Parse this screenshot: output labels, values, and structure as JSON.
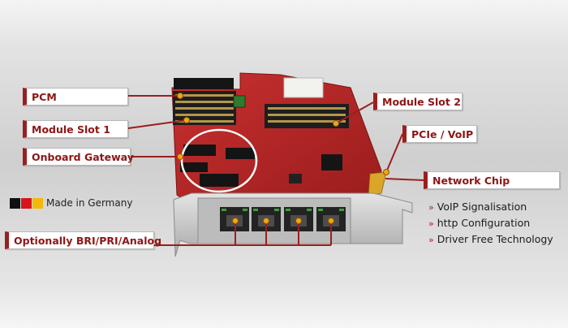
{
  "labels": {
    "pcm": "PCM",
    "module_slot_1": "Module Slot 1",
    "onboard_gateway": "Onboard Gateway",
    "module_slot_2": "Module Slot 2",
    "pcie_voip": "PCIe / VoIP",
    "network_chip": "Network Chip",
    "optionally": "Optionally BRI/PRI/Analog"
  },
  "made_in": {
    "text": "Made in Germany",
    "flag_colors": [
      "#111111",
      "#d8141e",
      "#f2b80c"
    ]
  },
  "network_features": {
    "bullet": "»",
    "items": [
      "VoIP Signalisation",
      "http Configuration",
      "Driver Free Technology"
    ]
  },
  "colors": {
    "accent": "#9b1f1f",
    "board": "#b32424",
    "bracket": "#c9c9c9"
  }
}
